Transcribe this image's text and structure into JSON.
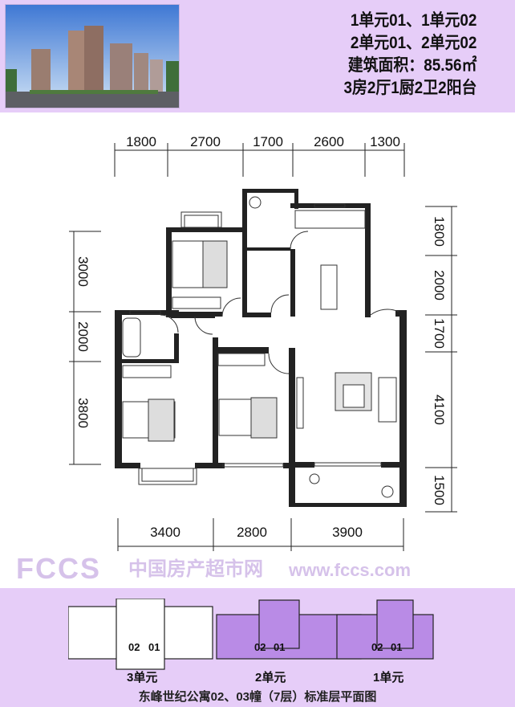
{
  "header": {
    "unit_lines": [
      "1单元01、1单元02",
      "2单元01、2单元02"
    ],
    "area": "建筑面积：85.56㎡",
    "layout": "3房2厅1厨2卫2阳台"
  },
  "dimensions": {
    "top": [
      "1800",
      "2700",
      "1700",
      "2600",
      "1300"
    ],
    "left": [
      "3000",
      "2000",
      "3800"
    ],
    "right": [
      "1800",
      "2000",
      "1700",
      "4100",
      "1500"
    ],
    "bottom": [
      "3400",
      "2800",
      "3900"
    ]
  },
  "site_plan": {
    "units": [
      {
        "label": "3单元",
        "apts": [
          "02",
          "01"
        ]
      },
      {
        "label": "2单元",
        "apts": [
          "02",
          "01"
        ]
      },
      {
        "label": "1单元",
        "apts": [
          "02",
          "01"
        ]
      }
    ],
    "caption": "东峰世纪公寓02、03幢（7层）标准层平面图",
    "highlight_color": "#b98be6"
  },
  "watermark": {
    "logo": "FCCS",
    "site_name": "中国房产超市网",
    "url": "www.fccs.com"
  }
}
